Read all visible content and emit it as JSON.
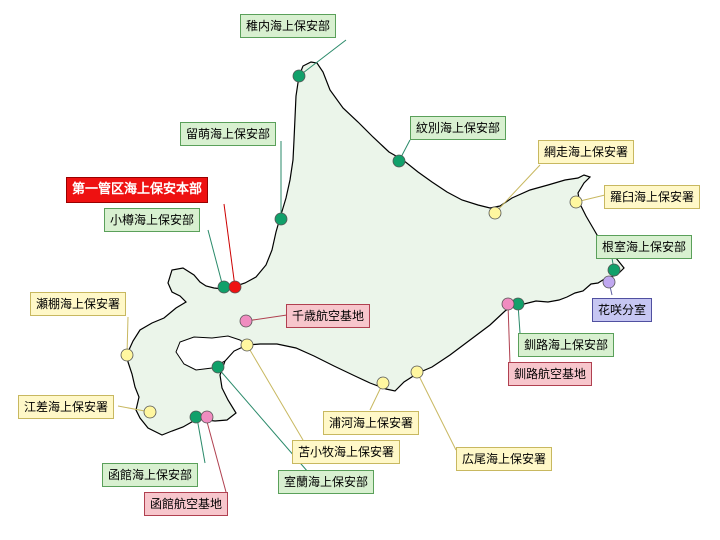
{
  "colors": {
    "land": "#ebf5ea",
    "coast": "#000000",
    "office_green": "#11a06a",
    "station_yellow": "#fff7a0",
    "air_pink": "#f08cc0",
    "hq_red": "#ee1111",
    "branch_purple": "#c0a8f0"
  },
  "offices": {
    "wakkanai": {
      "label": "稚内海上保安部",
      "color": "#11a06a"
    },
    "rumoi": {
      "label": "留萌海上保安部",
      "color": "#11a06a"
    },
    "monbetsu": {
      "label": "紋別海上保安部",
      "color": "#11a06a"
    },
    "abashiri": {
      "label": "網走海上保安署",
      "color": "#fff7a0"
    },
    "rausu": {
      "label": "羅臼海上保安署",
      "color": "#fff7a0"
    },
    "nemuro": {
      "label": "根室海上保安部",
      "color": "#11a06a"
    },
    "hanasaki": {
      "label": "花咲分室",
      "color": "#c0a8f0"
    },
    "hq": {
      "label": "第一管区海上保安本部",
      "color": "#ee1111"
    },
    "otaru": {
      "label": "小樽海上保安部",
      "color": "#11a06a"
    },
    "chitose": {
      "label": "千歳航空基地",
      "color": "#f08cc0"
    },
    "kushiro": {
      "label": "釧路海上保安部",
      "color": "#11a06a"
    },
    "kushiro_air": {
      "label": "釧路航空基地",
      "color": "#f08cc0"
    },
    "setana": {
      "label": "瀬棚海上保安署",
      "color": "#fff7a0"
    },
    "urakawa": {
      "label": "浦河海上保安署",
      "color": "#fff7a0"
    },
    "esashi": {
      "label": "江差海上保安署",
      "color": "#fff7a0"
    },
    "tomakomai": {
      "label": "苫小牧海上保安署",
      "color": "#fff7a0"
    },
    "hiroo": {
      "label": "広尾海上保安署",
      "color": "#fff7a0"
    },
    "hakodate": {
      "label": "函館海上保安部",
      "color": "#11a06a"
    },
    "muroran": {
      "label": "室蘭海上保安部",
      "color": "#11a06a"
    },
    "hakodate_air": {
      "label": "函館航空基地",
      "color": "#f08cc0"
    }
  }
}
